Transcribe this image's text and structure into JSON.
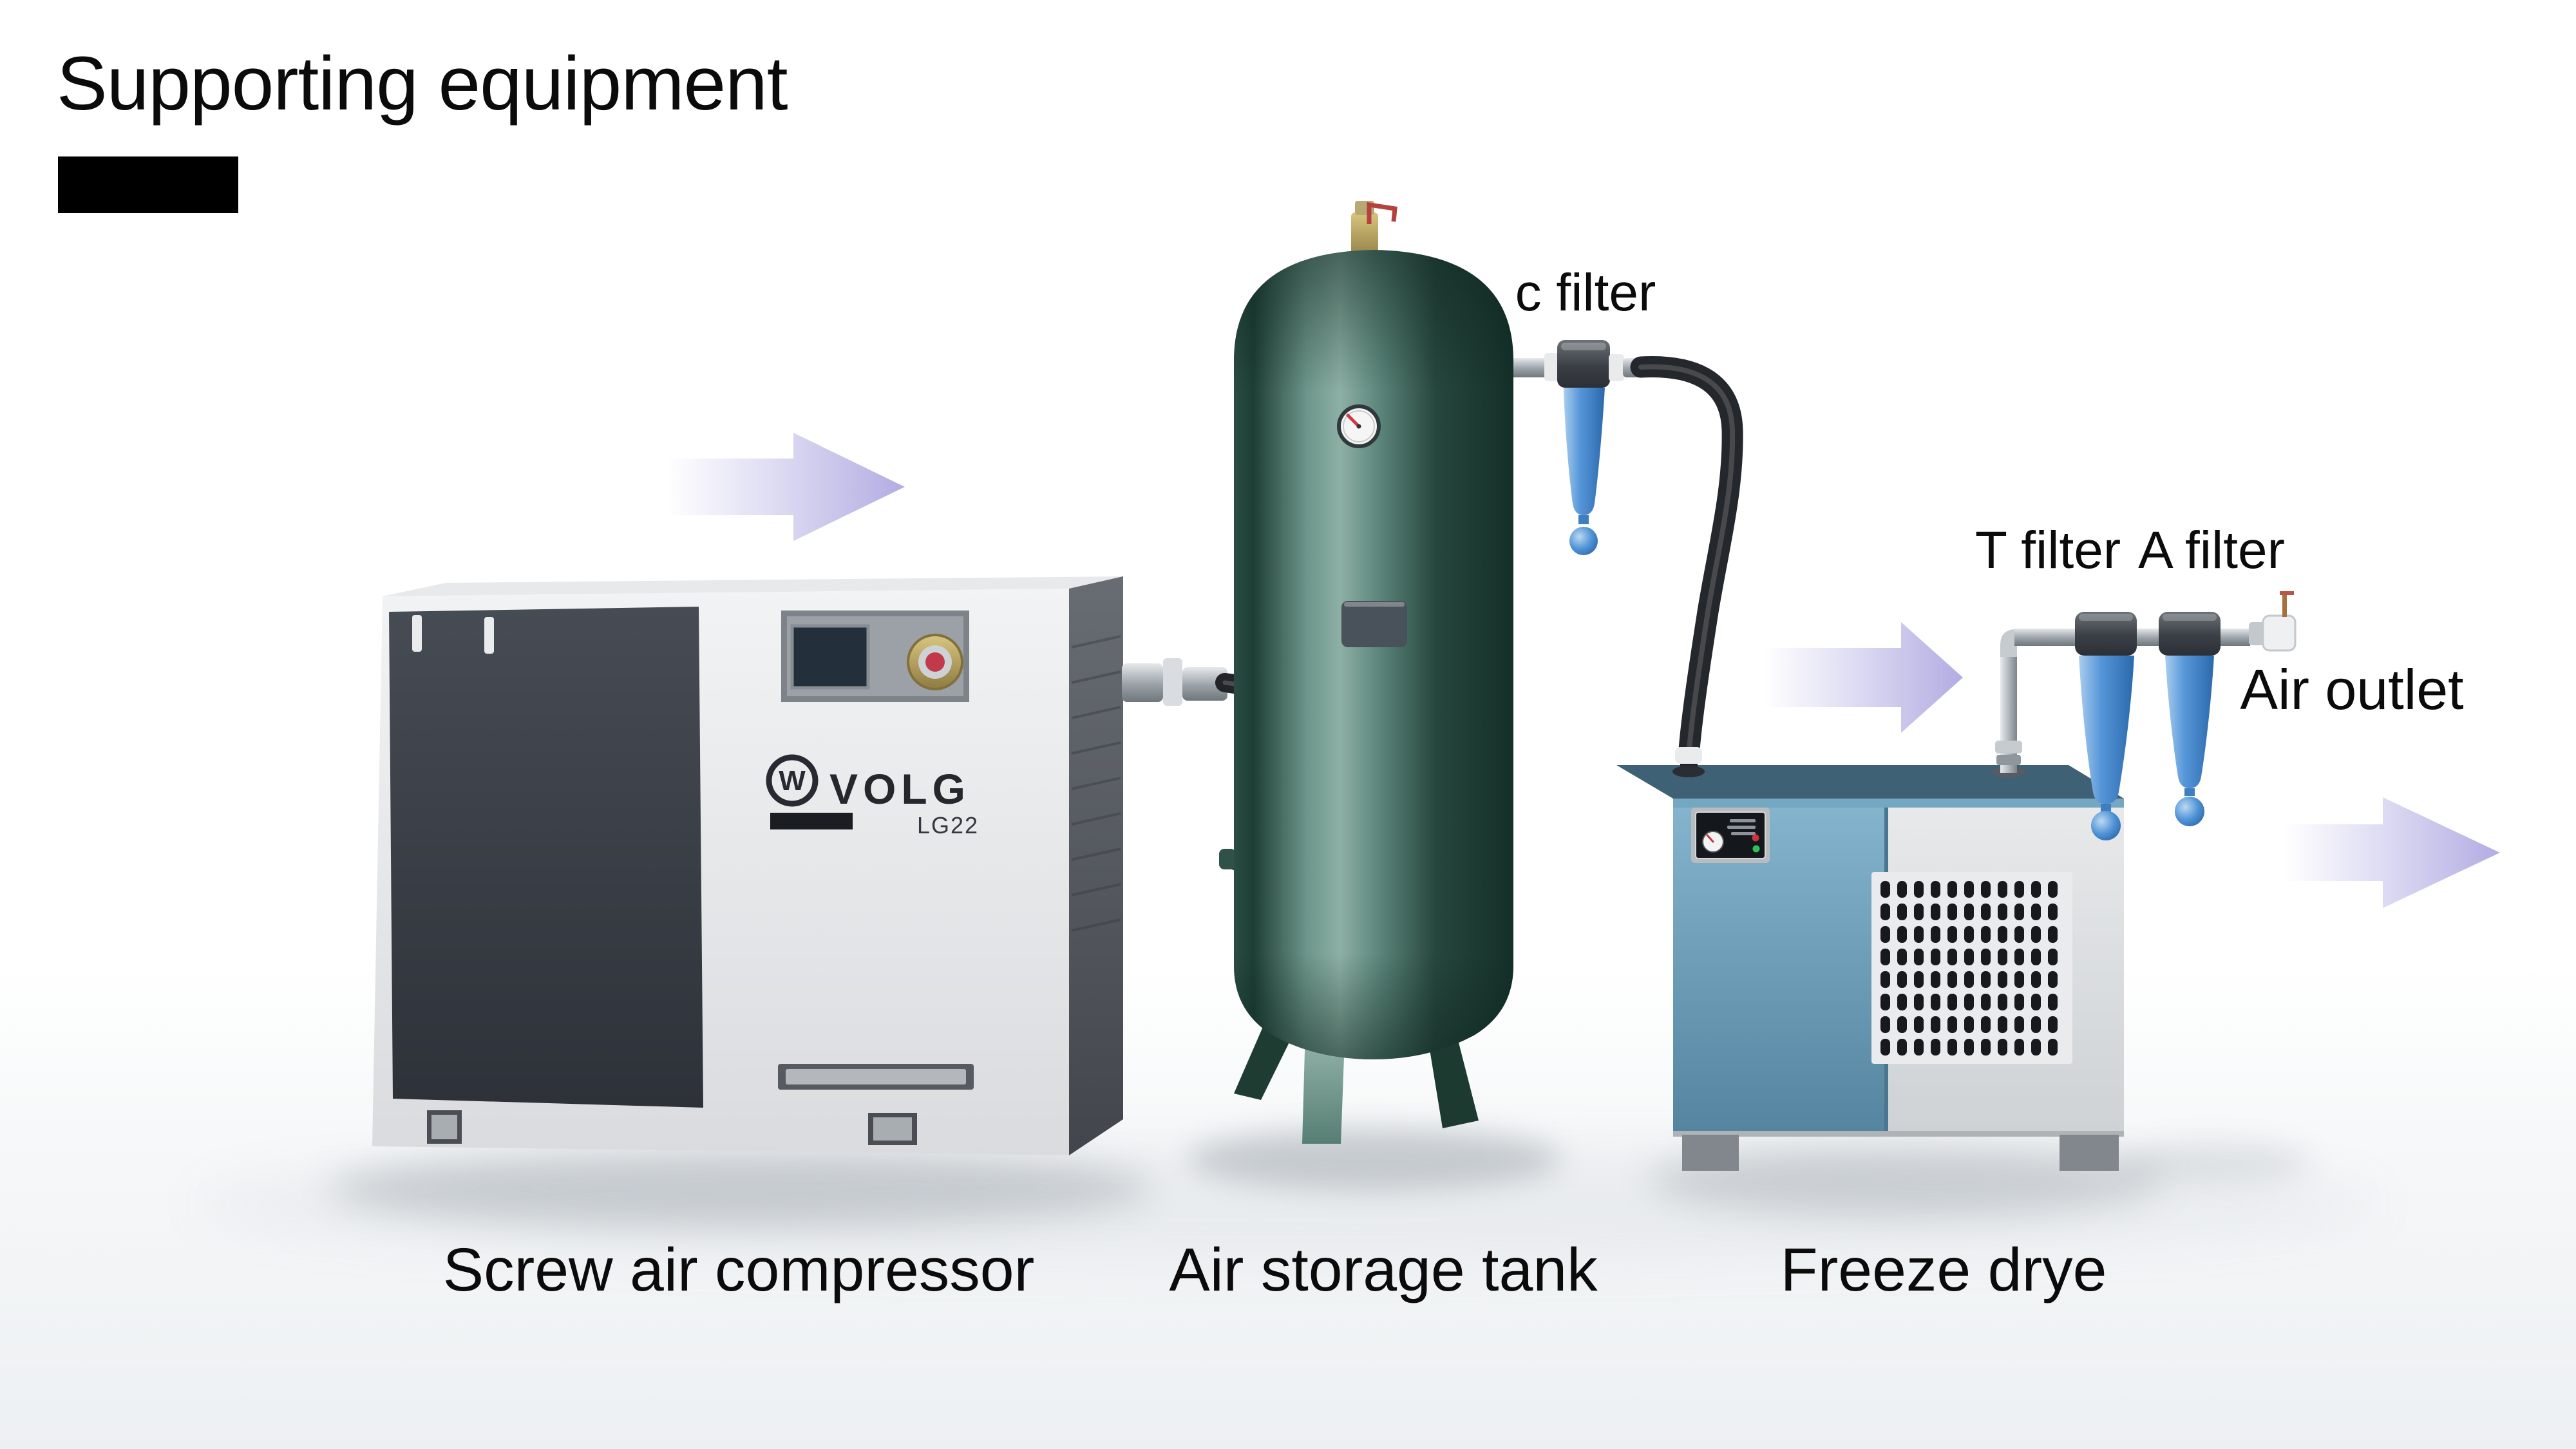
{
  "title": "Supporting equipment",
  "flow_labels": {
    "c_filter": "c filter",
    "t_filter": "T filter",
    "a_filter": "A filter",
    "air_outlet": "Air outlet"
  },
  "captions": {
    "compressor": "Screw air compressor",
    "tank": "Air storage tank",
    "dryer": "Freeze drye"
  },
  "compressor_branding": {
    "brand": "VOLG",
    "model": "LG22",
    "logo_letter": "W"
  },
  "colors": {
    "arrow_purple": "#b2ace2",
    "tank_green": "#3d6157",
    "dryer_blue": "#74a7c2",
    "filter_blue": "#4f93d6",
    "compressor_panel_dark": "#3a3f46",
    "text": "#0b0b0b"
  }
}
